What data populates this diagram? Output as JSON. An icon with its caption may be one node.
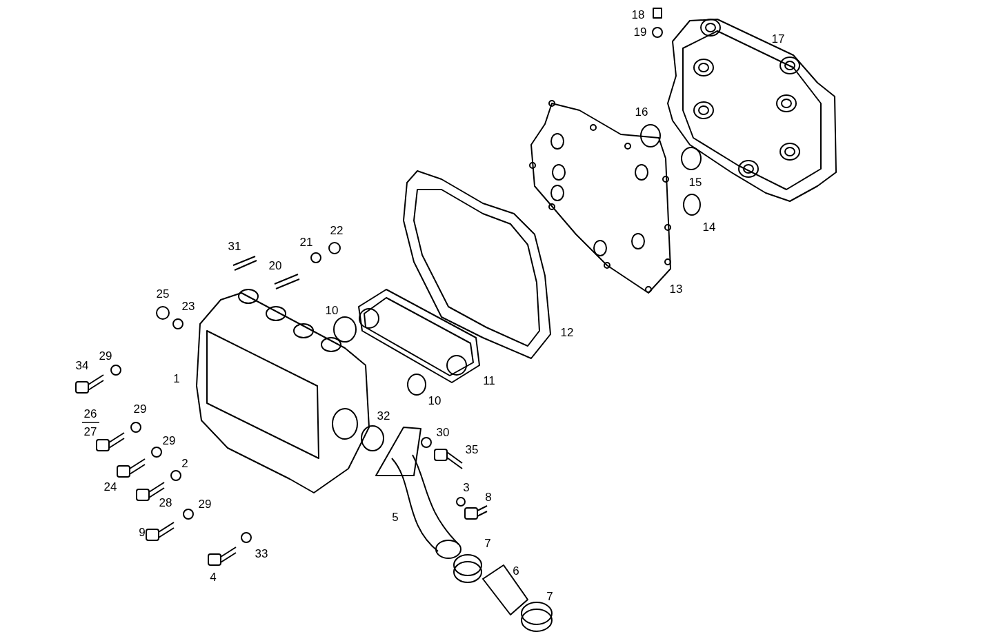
{
  "diagram": {
    "labels": [
      "18",
      "19",
      "17",
      "16",
      "15",
      "14",
      "22",
      "21",
      "31",
      "20",
      "13",
      "25",
      "23",
      "10",
      "12",
      "29",
      "34",
      "1",
      "11",
      "10",
      "29",
      "26",
      "32",
      "27",
      "30",
      "29",
      "35",
      "2",
      "24",
      "3",
      "8",
      "28",
      "29",
      "5",
      "9",
      "7",
      "33",
      "6",
      "4",
      "7"
    ]
  }
}
